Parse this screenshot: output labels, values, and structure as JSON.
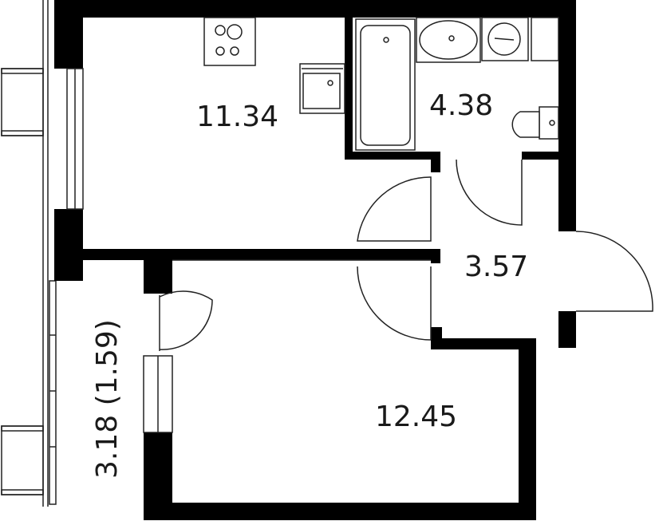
{
  "rooms": [
    {
      "id": "kitchen-living",
      "area": "11.34"
    },
    {
      "id": "bathroom",
      "area": "4.38"
    },
    {
      "id": "hallway",
      "area": "3.57"
    },
    {
      "id": "bedroom",
      "area": "12.45"
    },
    {
      "id": "loggia",
      "area": "3.18 (1.59)"
    }
  ],
  "colors": {
    "wall": "#000000",
    "line": "#222222",
    "background": "#ffffff"
  }
}
